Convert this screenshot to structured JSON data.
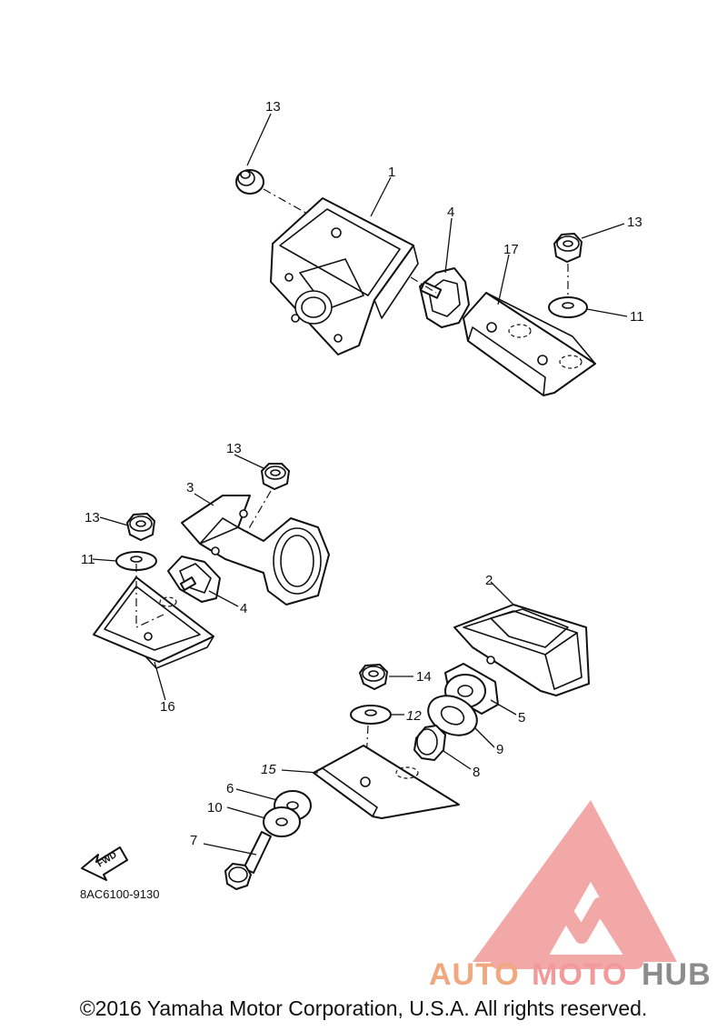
{
  "diagram": {
    "callouts": [
      "1",
      "2",
      "3",
      "4",
      "4",
      "5",
      "6",
      "7",
      "8",
      "9",
      "10",
      "11",
      "11",
      "12",
      "13",
      "13",
      "13",
      "13",
      "14",
      "15",
      "16",
      "17"
    ],
    "part_code": "8AC6100-9130",
    "fwd_label": "FWD"
  },
  "watermark": {
    "part1": "AUTO",
    "part2": "MOTO",
    "part3": "HUB",
    "color_primary": "#f2a87f",
    "color_secondary": "#f29a9a",
    "color_dark": "#8c8c8c"
  },
  "footer": {
    "copyright": "©2016 Yamaha Motor Corporation, U.S.A. All rights reserved."
  }
}
